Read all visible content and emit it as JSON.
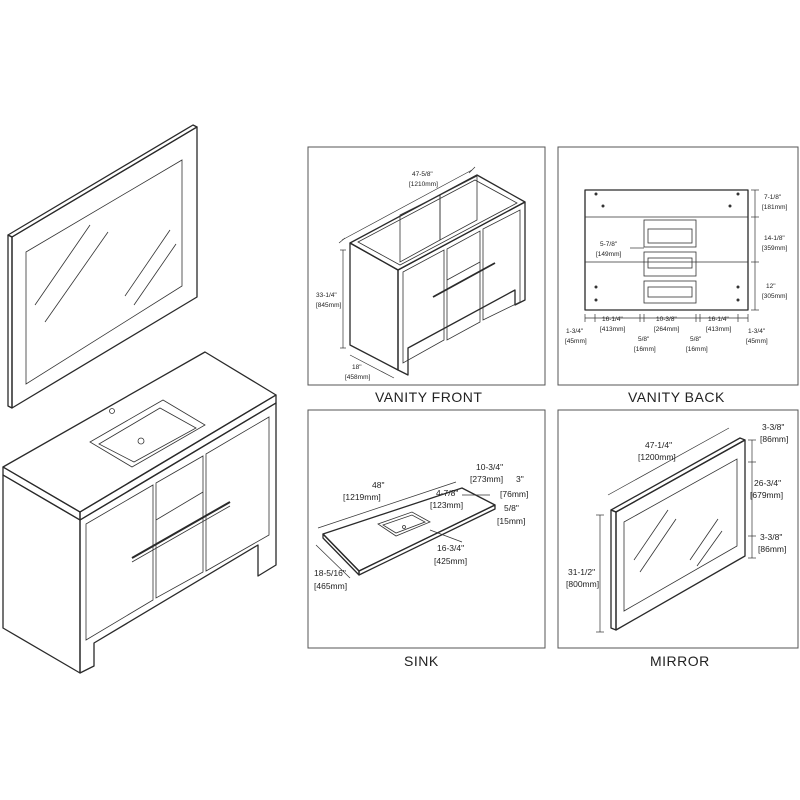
{
  "panels": {
    "vanity_front": {
      "caption": "VANITY FRONT",
      "width_in": "47-5/8\"",
      "width_mm": "[1210mm]",
      "height_in": "33-1/4\"",
      "height_mm": "[845mm]",
      "depth_in": "18\"",
      "depth_mm": "[458mm]"
    },
    "vanity_back": {
      "caption": "VANITY BACK",
      "top_in": "7-1/8\"",
      "top_mm": "[181mm]",
      "mid_in": "14-1/8\"",
      "mid_mm": "[359mm]",
      "low_in": "12\"",
      "low_mm": "[305mm]",
      "inner_in": "5-7/8\"",
      "inner_mm": "[149mm]",
      "edge_left_in": "1-3/4\"",
      "edge_left_mm": "[45mm]",
      "edge_right_in": "1-3/4\"",
      "edge_right_mm": "[45mm]",
      "seg_left_in": "16-1/4\"",
      "seg_left_mm": "[413mm]",
      "seg_mid_in": "10-3/8\"",
      "seg_mid_mm": "[264mm]",
      "seg_right_in": "16-1/4\"",
      "seg_right_mm": "[413mm]",
      "gap_left_in": "5/8\"",
      "gap_left_mm": "[16mm]",
      "gap_right_in": "5/8\"",
      "gap_right_mm": "[16mm]"
    },
    "sink": {
      "caption": "SINK",
      "length_in": "48\"",
      "length_mm": "[1219mm]",
      "depth_in": "18-5/16\"",
      "depth_mm": "[465mm]",
      "bowl_depth_in": "10-3/4\"",
      "bowl_depth_mm": "[273mm]",
      "back_in": "3\"",
      "back_mm": "[76mm]",
      "bowl_in": "4-7/8\"",
      "bowl_mm": "[123mm]",
      "thick_in": "5/8\"",
      "thick_mm": "[15mm]",
      "bowl_width_in": "16-3/4\"",
      "bowl_width_mm": "[425mm]"
    },
    "mirror": {
      "caption": "MIRROR",
      "width_in": "47-1/4\"",
      "width_mm": "[1200mm]",
      "height_in": "31-1/2\"",
      "height_mm": "[800mm]",
      "frame_in": "26-3/4\"",
      "frame_mm": "[679mm]",
      "top_in": "3-3/8\"",
      "top_mm": "[86mm]",
      "bot_in": "3-3/8\"",
      "bot_mm": "[86mm]"
    }
  }
}
